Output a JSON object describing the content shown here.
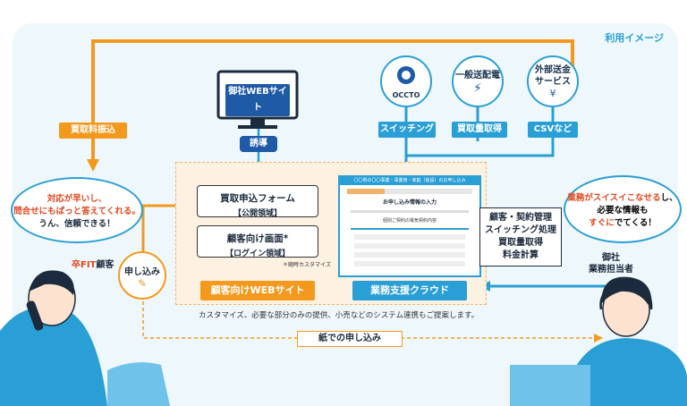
{
  "corner_label": "利用イメージ",
  "arrow_label_transfer": "買取料振込",
  "arrow_label_guide": "誘導",
  "brand_site": "御社WEBサイト",
  "services": [
    {
      "name": "OCCTO",
      "tag": "スイッチング"
    },
    {
      "name": "一般送配電",
      "tag": "買取量取得"
    },
    {
      "name": "外部送金\nサービス",
      "tag": "CSVなど"
    }
  ],
  "form1": {
    "title": "買取申込フォーム",
    "sub": "【公開領域】"
  },
  "form2": {
    "title": "顧客向け画面*",
    "sub": "【ログイン領域】"
  },
  "custom_note": "＊随時カスタマイズ",
  "site_label": "顧客向けWEBサイト",
  "cloud_label": "業務支援クラウド",
  "screen": {
    "header": "〇〇県の〇〇事業・事業用・家庭（仮設）のお申し込み",
    "title": "お申し込み情報の入力",
    "section": "個別ご契約の電気契約内容"
  },
  "tasks": [
    "顧客・契約管理",
    "スイッチング処理",
    "買取量取得",
    "料金計算"
  ],
  "customer_bubble": {
    "line1a": "対応が早いし、",
    "line2": "問合せにもぱっと答えてくれる。",
    "line3": "うん、信頼できる！"
  },
  "customer_label": {
    "brand": "卒FIT",
    "rest": "顧客"
  },
  "staff_bubble": {
    "line1a": "業務がスイスイこなせる",
    "line1b": "し、",
    "line2": "必要な情報も",
    "line3a": "すぐに",
    "line3b": "でてくる！"
  },
  "staff_label": "御社\n業務担当者",
  "apply_label": "申し込み",
  "footnote": "カスタマイズ、必要な部分のみの提供、小売などのシステム連携もご提案します。",
  "paper_label": "紙での申し込み"
}
